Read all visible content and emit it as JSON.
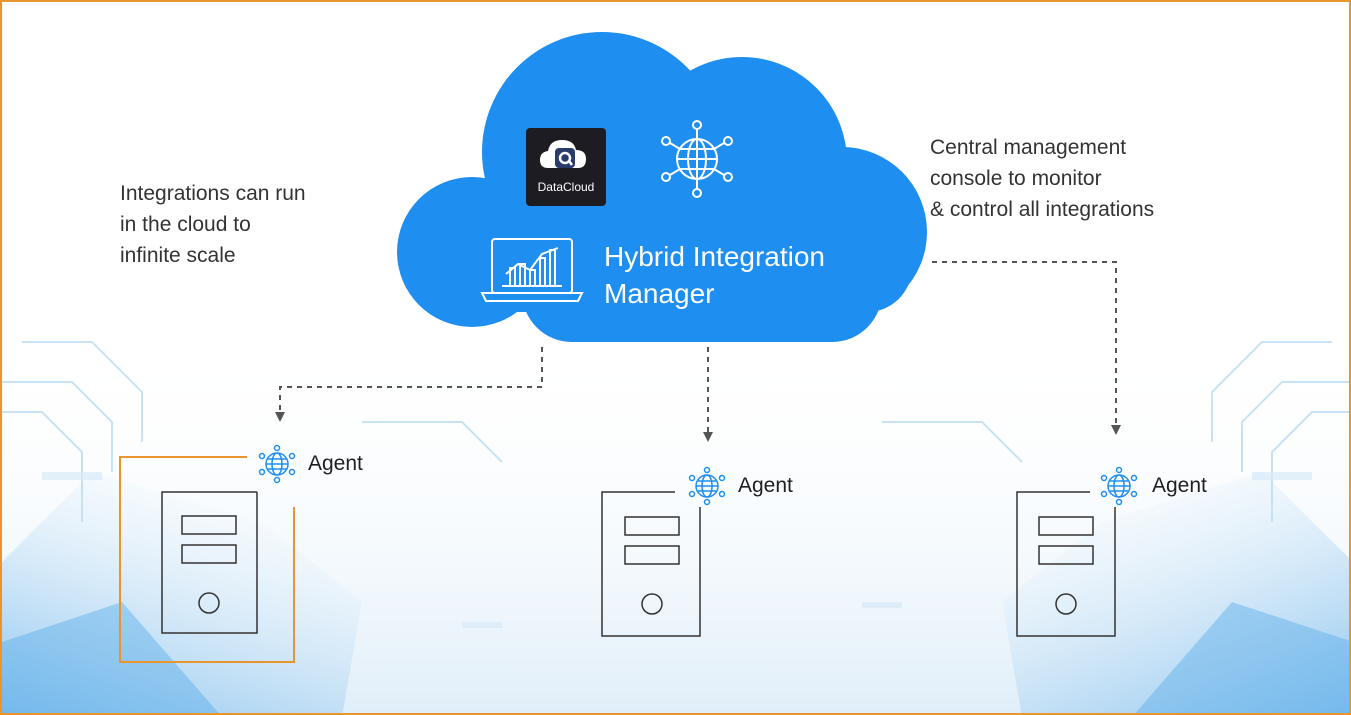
{
  "diagram": {
    "hub": {
      "title_line1": "Hybrid Integration",
      "title_line2": "Manager",
      "logo_text": "DataCloud"
    },
    "left_note": {
      "line1": "Integrations can run",
      "line2": "in the cloud to",
      "line3": "infinite scale"
    },
    "right_note": {
      "line1": "Central management",
      "line2": "console to monitor",
      "line3": "& control all integrations"
    },
    "agents": [
      {
        "label": "Agent",
        "highlighted": true
      },
      {
        "label": "Agent",
        "highlighted": false
      },
      {
        "label": "Agent",
        "highlighted": false
      }
    ],
    "icons": [
      "cloud-icon",
      "datacloud-logo-icon",
      "network-globe-icon",
      "analytics-laptop-icon",
      "server-icon",
      "agent-globe-icon",
      "arrow-down-icon"
    ]
  },
  "colors": {
    "cloud": "#1e8ef0",
    "accent": "#e8942f",
    "dashed": "#555555",
    "text": "#333333"
  }
}
